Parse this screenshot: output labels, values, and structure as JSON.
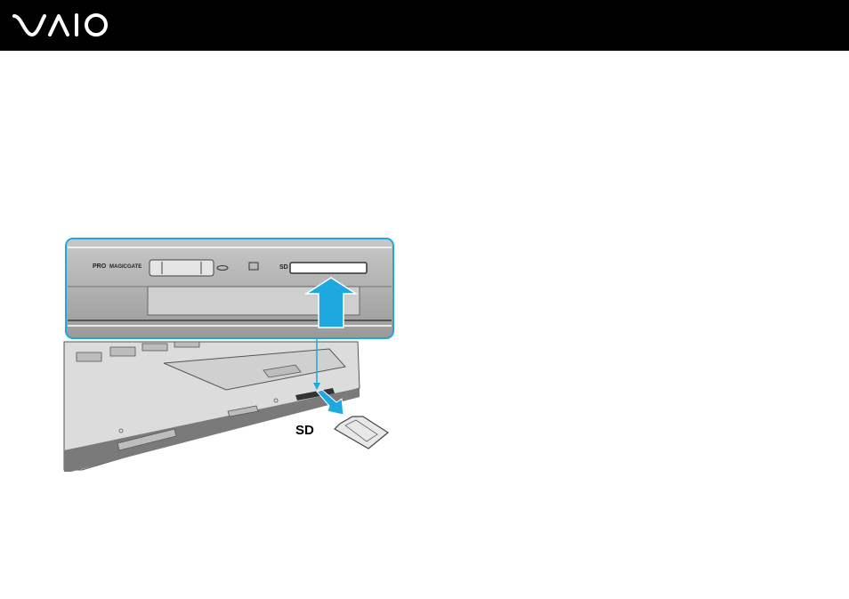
{
  "header": {
    "logo_text": "VAIO",
    "background_color": "#000000",
    "logo_color": "#ffffff"
  },
  "illustration": {
    "accent_color": "#1ea8e0",
    "callout_labels": {
      "pro": "PRO",
      "magicgate": "MAGICGATE",
      "sd_slot": "SD"
    },
    "card_label": "SD"
  }
}
